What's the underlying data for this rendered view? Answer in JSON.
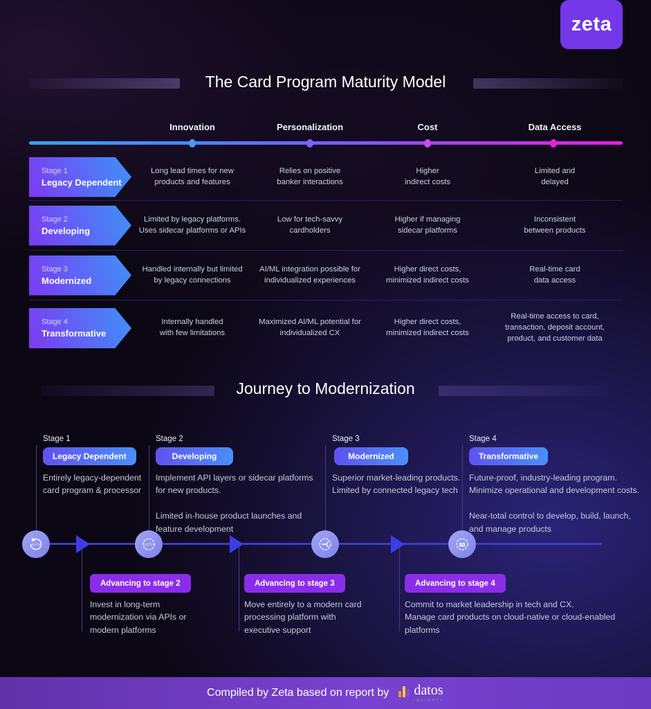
{
  "logo": {
    "text": "zeta"
  },
  "colors": {
    "logo_purple": "#7438e8",
    "axis_gradient": [
      "#38a2f2",
      "#4f7ef5",
      "#8d4ef0",
      "#e61ee0"
    ],
    "axis_dots": [
      "#4a9af5",
      "#7a62f5",
      "#c44ef2",
      "#ee20dd"
    ],
    "stage_arrow_gradient": [
      "#7a3ef2",
      "#418ef8"
    ],
    "journey_badge_gradient": [
      "#6052ee",
      "#4a8ef8"
    ],
    "advancing_badge": "#8a2de8",
    "timeline_blue": "#3c3ccc",
    "footer_purple": "#6c3ac2"
  },
  "maturity": {
    "title": "The Card Program Maturity Model",
    "columns": [
      "Innovation",
      "Personalization",
      "Cost",
      "Data Access"
    ],
    "rows": [
      {
        "stage": "Stage 1",
        "name": "Legacy Dependent",
        "cells": [
          "Long lead times for new\nproducts and features",
          "Relies on positive\nbanker interactions",
          "Higher\nindirect costs",
          "Limited and\ndelayed"
        ]
      },
      {
        "stage": "Stage 2",
        "name": "Developing",
        "cells": [
          "Limited by legacy platforms.\nUses sidecar platforms or APIs",
          "Low for tech-savvy\ncardholders",
          "Higher if managing\nsidecar platforms",
          "Inconsistent\nbetween products"
        ]
      },
      {
        "stage": "Stage 3",
        "name": "Modernized",
        "cells": [
          "Handled internally but limited\nby legacy connections",
          "AI/ML integration possible for\nindividualized experiences",
          "Higher direct costs,\nminimized indirect costs",
          "Real-time card\ndata access"
        ]
      },
      {
        "stage": "Stage 4",
        "name": "Transformative",
        "cells": [
          "Internally handled\nwith few limitations",
          "Maximized AI/ML potential for\nindividualized CX",
          "Higher direct costs,\nminimized indirect costs",
          "Real-time access to card,\ntransaction, deposit account,\nproduct, and customer data"
        ]
      }
    ]
  },
  "journey": {
    "title": "Journey to Modernization",
    "stages": [
      {
        "label": "Stage 1",
        "badge": "Legacy Dependent",
        "description": "Entirely legacy-dependent\ncard program & processor",
        "icon": "refresh-code-icon"
      },
      {
        "label": "Stage 2",
        "badge": "Developing",
        "description": "Implement API layers or sidecar platforms\nfor new products.\n\nLimited in-house product launches and\nfeature development",
        "icon": "gear-code-icon"
      },
      {
        "label": "Stage 3",
        "badge": "Modernized",
        "description": "Superior market-leading products.\nLimited by connected legacy tech",
        "icon": "gear-ai-icon"
      },
      {
        "label": "Stage 4",
        "badge": "Transformative",
        "description": "Future-proof, industry-leading program.\nMinimize operational and development costs.\n\nNear-total control to develop, build, launch,\nand manage products",
        "icon": "gear-crown-icon"
      }
    ],
    "advancing": [
      {
        "badge": "Advancing to stage 2",
        "text": "Invest in long-term\nmodernization via APIs or\nmodern platforms"
      },
      {
        "badge": "Advancing to stage 3",
        "text": "Move entirely to a modern card\nprocessing platform with\nexecutive support"
      },
      {
        "badge": "Advancing to stage 4",
        "text": "Commit to market leadership in tech and CX.\nManage card products on cloud-native or cloud-enabled\nplatforms"
      }
    ]
  },
  "footer": {
    "text": "Compiled by Zeta based on report by",
    "logo_name": "datos",
    "logo_sub": "INSIGHTS"
  }
}
